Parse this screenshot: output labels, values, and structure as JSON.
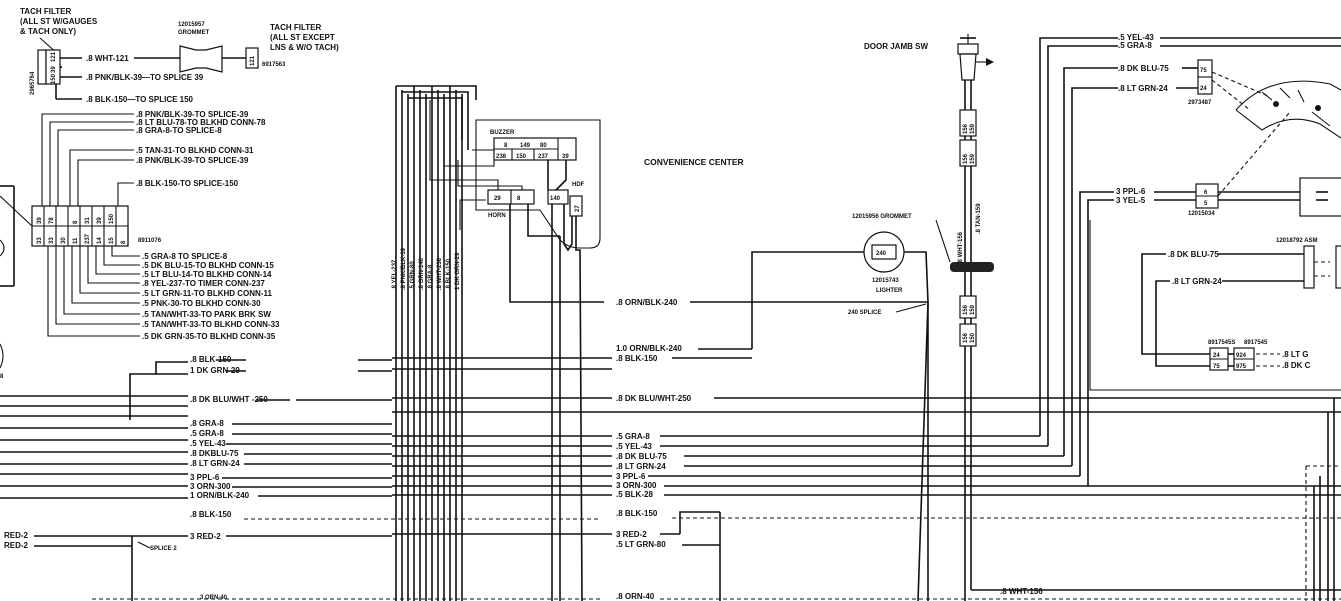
{
  "top_left": {
    "tach_filter_title": [
      "TACH FILTER",
      "(ALL ST W/GAUGES",
      "& TACH ONLY)"
    ],
    "part_2965764": "2965764",
    "grommet_part": "12015957",
    "grommet": "GROMMET",
    "tach_filter_right": [
      "TACH FILTER",
      "(ALL ST EXCEPT",
      "LNS & W/O TACH)"
    ],
    "part_6917563": "6917563",
    "pins": [
      "121",
      "39",
      "150"
    ],
    "pin_right": "121",
    "wire1": ".8 WHT-121",
    "wire2": ".8 PNK/BLK-39—TO SPLICE 39",
    "wire3": ".8 BLK-150—TO SPLICE 150"
  },
  "left_conn_top": [
    ".8 PNK/BLK-39-TO SPLICE-39",
    ".8 LT BLU-78-TO BLKHD CONN-78",
    ".8 GRA-8-TO SPLICE-8",
    ".5 TAN-31-TO BLKHD CONN-31",
    ".8 PNK/BLK-39-TO SPLICE-39",
    ".8 BLK-150-TO SPLICE-150"
  ],
  "left_conn_pins_top": [
    "39",
    "78",
    "",
    "8",
    "31",
    "39",
    "150"
  ],
  "left_conn_pins_bottom": [
    "33",
    "33",
    "30",
    "11",
    "237",
    "14",
    "15",
    "8"
  ],
  "left_conn_part": "8911076",
  "left_conn_bottom": [
    ".5 GRA-8 TO SPLICE-8",
    ".5 DK BLU-15-TO BLKHD CONN-15",
    ".5 LT BLU-14-TO BLKHD CONN-14",
    ".8 YEL-237-TO TIMER CONN-237",
    ".5 LT GRN-11-TO BLKHD CONN-11",
    ".5 PNK-30-TO BLKHD CONN-30",
    ".5 TAN/WHT-33-TO PARK BRK SW",
    ".5 TAN/WHT-33-TO BLKHD CONN-33",
    ".5 DK GRN-35-TO BLKHD CONN-35"
  ],
  "left_bundle": [
    ".8 BLK-150",
    "1 DK GRN-29",
    ".8 DK BLU/WHT -250",
    ".8 GRA-8",
    ".5 GRA-8",
    ".5 YEL-43",
    ".8 DKBLU-75",
    ".8 LT GRN-24",
    "3 PPL-6",
    "3 ORN-300",
    "1 ORN/BLK-240",
    ".8 BLK-150"
  ],
  "left_edge": {
    "red1": "RED-2",
    "red2": "RED-2",
    "red3": "3 RED-2",
    "splice2": "SPLICE 2",
    "bottom_dash": "3 ORN-40",
    "tiny_label": "8"
  },
  "convenience": {
    "title": "CONVENIENCE CENTER",
    "buzzer": "BUZZER",
    "buzzer_top": [
      "8",
      "149",
      "80"
    ],
    "buzzer_bottom": [
      "238",
      "150",
      "237",
      "39"
    ],
    "horn": "HORN",
    "horn_pins": [
      "29",
      "8"
    ],
    "pin_140": "140",
    "hdf": "HDF",
    "pin_27": "27",
    "vertical_labels": [
      ".8 YEL-237",
      ".8 PNK/BLK-39",
      ".5 GRN-80",
      ".8 GRN-140",
      ".8 GRA-8",
      ".8 WHT-238",
      ".8 BLK-150",
      "1 DK GRN-29"
    ]
  },
  "middle": [
    ".8 ORN/BLK-240",
    "1.0 ORN/BLK-240",
    ".8 BLK-150",
    ".8 DK BLU/WHT-250",
    ".5 GRA-8",
    ".5 YEL-43",
    ".8 DK BLU-75",
    ".8 LT GRN-24",
    "3 PPL-6",
    "3 ORN-300",
    ".5 BLK-28",
    ".8 BLK-150",
    "3 RED-2",
    ".5 LT GRN-80",
    ".8 ORN-40"
  ],
  "lighter": {
    "grommet": "12015956 GROMMET",
    "pin": "240",
    "part": "12015743",
    "name": "LIGHTER",
    "splice": "240 SPLICE"
  },
  "door": {
    "title": "DOOR JAMB SW",
    "pins_a": [
      "156",
      "159"
    ],
    "pins_b": [
      "156",
      "159"
    ],
    "pins_c": [
      "156",
      "159"
    ],
    "pins_d": [
      "156",
      "150"
    ],
    "wire_a": ".8 WHT-156",
    "wire_b": ".8 TAN-159",
    "bottom_wire": ".8 WHT-156"
  },
  "right": {
    "yel": ".5 YEL-43",
    "gra": ".5 GRA-8",
    "dkblu": ".8 DK BLU-75",
    "ltgrn": ".8 LT GRN-24",
    "pin75": "75",
    "pin24": "24",
    "part_2973487": "2973487",
    "ppl": "3 PPL-6",
    "yel5": "3 YEL-5",
    "pin6": "6",
    "pin5": "5",
    "part_12015034": "12015034",
    "asm": "12018792 ASM",
    "dkblu75": ".8 DK BLU-75",
    "ltgrn24": ".8 LT GRN-24",
    "part_a": "8917545S",
    "part_b": "8917545",
    "pins_a": [
      "24",
      "75"
    ],
    "pins_b": [
      "924",
      "975"
    ],
    "edge1": ".8 LT G",
    "edge2": ".8 DK C"
  }
}
